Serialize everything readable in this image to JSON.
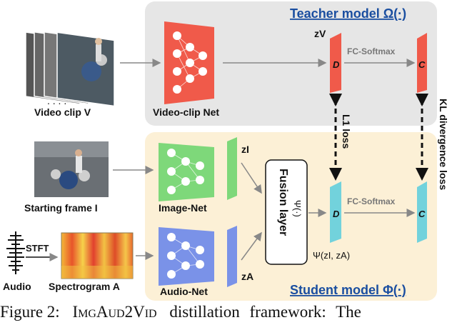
{
  "teacher": {
    "title": "Teacher model Ω(·)",
    "net_label": "Video-clip Net",
    "input_label": "Video clip V",
    "feature_label": "zV",
    "fc_label": "FC-Softmax",
    "d_label": "D",
    "c_label": "C"
  },
  "student": {
    "title": "Student model Φ(·)",
    "image_net_label": "Image-Net",
    "audio_net_label": "Audio-Net",
    "frame_label": "Starting frame I",
    "spectrogram_label": "Spectrogram A",
    "audio_label": "Audio",
    "stft_label": "STFT",
    "feature_image": "zI",
    "feature_audio": "zA",
    "fusion_label": "Fusion layer",
    "fusion_func": "Ψ(·)",
    "fused_label": "Ψ(zI, zA)",
    "fc_label": "FC-Softmax",
    "d_label": "D",
    "c_label": "C"
  },
  "losses": {
    "l1": "L1 loss",
    "kl": "KL divergence loss"
  },
  "caption": {
    "label": "Figure 2:",
    "name": "ImgAud2Vid",
    "rest": "distillation framework: The"
  },
  "colors": {
    "teacher_bg": "#e6e6e6",
    "student_bg": "#fcf0d6",
    "red": "#f05a4a",
    "teal": "#72d2dc",
    "green": "#7ed87a",
    "blue": "#7a92e8",
    "title_blue": "#1a4ea0"
  },
  "icons": [
    "video-clip-frames",
    "drum-frame",
    "spectrogram",
    "audio-waveform"
  ]
}
